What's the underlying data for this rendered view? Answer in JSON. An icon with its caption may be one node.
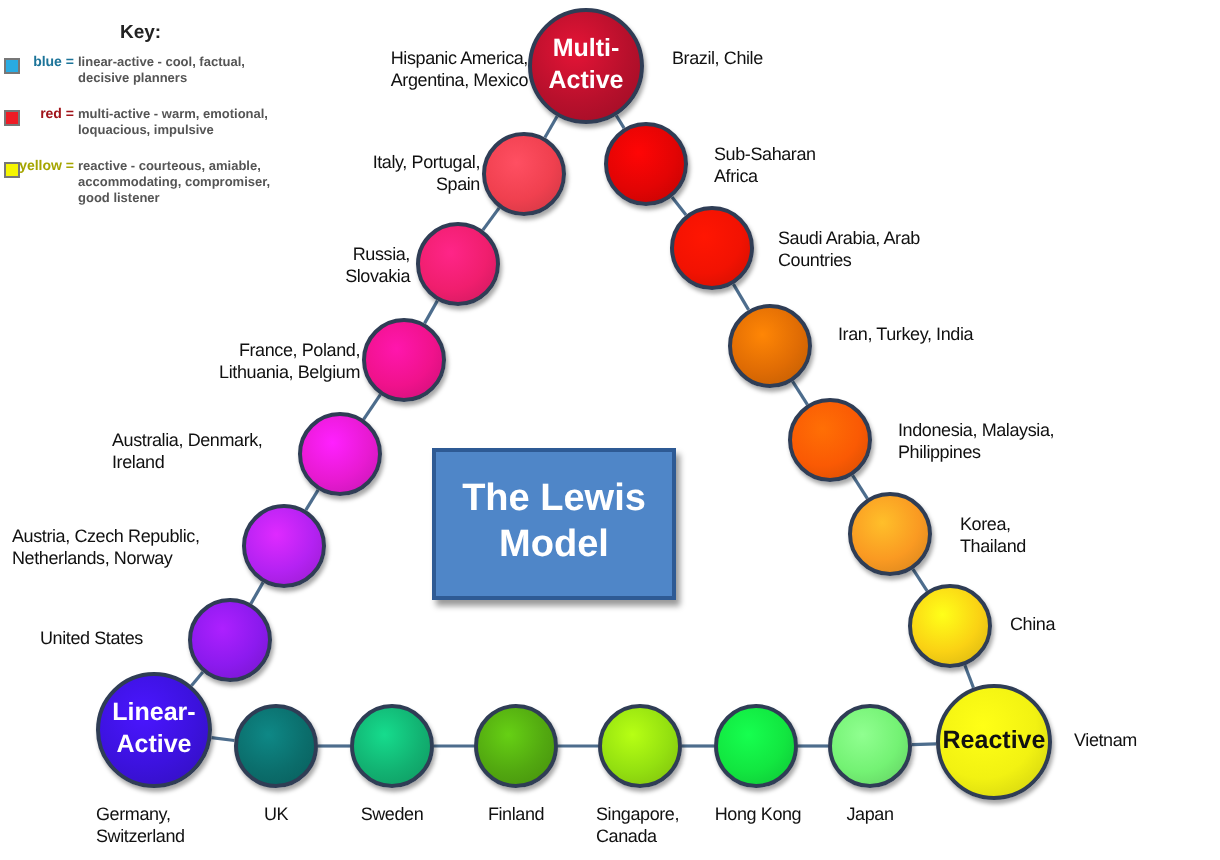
{
  "diagram": {
    "nodes": [
      {
        "text": [
          "Multi-Active"
        ],
        "beside": [
          "Hispanic America, Argentina, Mexico",
          "Brazil, Chile"
        ]
      },
      {
        "text": [],
        "shape": "circle",
        "beside": [
          "Italy, Portugal, Spain"
        ]
      },
      {
        "text": [],
        "shape": "circle",
        "beside": [
          "Russia, Slovakia"
        ]
      },
      {
        "text": [],
        "shape": "circle",
        "beside": [
          "France, Poland, Lithuania, Belgium"
        ]
      },
      {
        "text": [],
        "shape": "circle",
        "beside": [
          "Australia, Denmark, Ireland"
        ]
      },
      {
        "text": [],
        "shape": "circle",
        "beside": [
          "Austria, Czech Republic, Netherlands, Norway"
        ]
      },
      {
        "text": [],
        "shape": "circle",
        "beside": [
          "United States"
        ]
      },
      {
        "text": [
          "Linear-Active"
        ],
        "beside": [
          "Germany, Switzerland"
        ]
      },
      {
        "text": [],
        "shape": "circle",
        "beside": [
          "UK"
        ]
      },
      {
        "text": [],
        "shape": "circle",
        "beside": [
          "Sweden"
        ]
      },
      {
        "text": [],
        "shape": "circle",
        "beside": [
          "Finland"
        ]
      },
      {
        "text": [],
        "shape": "circle",
        "beside": [
          "Singapore, Canada"
        ]
      },
      {
        "text": [],
        "shape": "circle",
        "beside": [
          "Hong Kong"
        ]
      },
      {
        "text": [],
        "shape": "circle",
        "beside": [
          "Japan"
        ]
      },
      {
        "text": [
          "Reactive"
        ],
        "beside": [
          "Vietnam"
        ]
      },
      {
        "text": [],
        "shape": "circle",
        "beside": [
          "China"
        ]
      },
      {
        "text": [],
        "shape": "circle",
        "beside": [
          "Korea, Thailand"
        ]
      },
      {
        "text": [],
        "shape": "circle",
        "beside": [
          "Indonesia, Malaysia, Philippines"
        ]
      },
      {
        "text": [],
        "shape": "circle",
        "beside": [
          "Iran, Turkey, India"
        ]
      },
      {
        "text": [],
        "shape": "circle",
        "beside": [
          "Saudi Arabia, Arab Countries"
        ]
      },
      {
        "text": [],
        "shape": "circle",
        "beside": [
          "Sub-Saharan Africa"
        ]
      },
      {
        "text": [
          "The Lewis Model"
        ]
      }
    ],
    "edges": [
      {
        "from": 0,
        "to": 1,
        "arrow": "none"
      },
      {
        "from": 1,
        "to": 2,
        "arrow": "none"
      },
      {
        "from": 2,
        "to": 3,
        "arrow": "none"
      },
      {
        "from": 3,
        "to": 4,
        "arrow": "none"
      },
      {
        "from": 4,
        "to": 5,
        "arrow": "none"
      },
      {
        "from": 5,
        "to": 6,
        "arrow": "none"
      },
      {
        "from": 6,
        "to": 7,
        "arrow": "none"
      },
      {
        "from": 7,
        "to": 8,
        "arrow": "none"
      },
      {
        "from": 8,
        "to": 9,
        "arrow": "none"
      },
      {
        "from": 9,
        "to": 10,
        "arrow": "none"
      },
      {
        "from": 10,
        "to": 11,
        "arrow": "none"
      },
      {
        "from": 11,
        "to": 12,
        "arrow": "none"
      },
      {
        "from": 12,
        "to": 13,
        "arrow": "none"
      },
      {
        "from": 13,
        "to": 14,
        "arrow": "none"
      },
      {
        "from": 14,
        "to": 15,
        "arrow": "none"
      },
      {
        "from": 15,
        "to": 16,
        "arrow": "none"
      },
      {
        "from": 16,
        "to": 17,
        "arrow": "none"
      },
      {
        "from": 17,
        "to": 18,
        "arrow": "none"
      },
      {
        "from": 18,
        "to": 19,
        "arrow": "none"
      },
      {
        "from": 19,
        "to": 20,
        "arrow": "none"
      },
      {
        "from": 20,
        "to": 0,
        "arrow": "none"
      }
    ],
    "labels": [
      "Key:",
      "blue =",
      "red =",
      "yellow ="
    ],
    "legend": [
      {
        "text": "linear-active - cool, factual, decisive planners",
        "color": "#29abe2"
      },
      {
        "text": "multi-active - warm, emotional, loquacious, impulsive",
        "color": "#ee1c25"
      },
      {
        "text": "reactive - courteous, amiable, accommodating, compromiser, good listener",
        "color": "#f5f500"
      }
    ]
  }
}
